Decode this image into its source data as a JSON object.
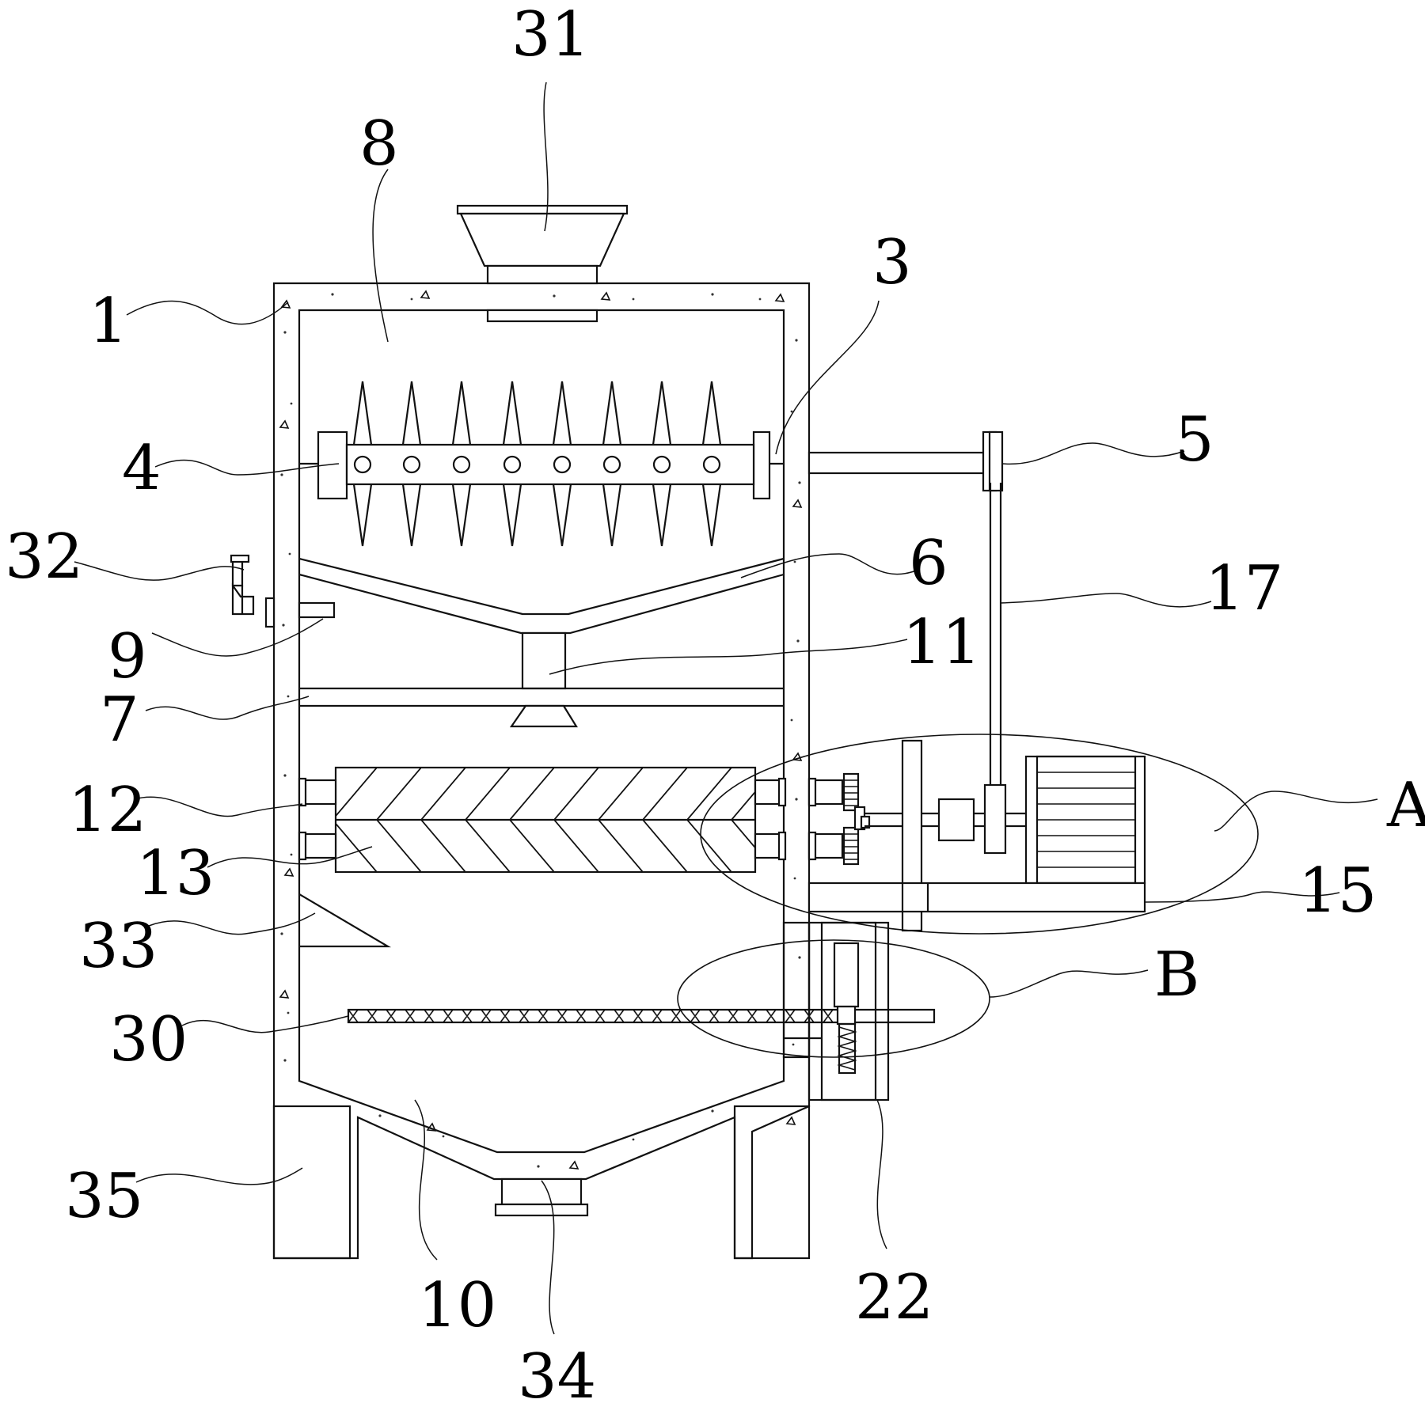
{
  "figure": {
    "labels": [
      {
        "id": "p1",
        "text": "1"
      },
      {
        "id": "p3",
        "text": "3"
      },
      {
        "id": "p4",
        "text": "4"
      },
      {
        "id": "p5",
        "text": "5"
      },
      {
        "id": "p6",
        "text": "6"
      },
      {
        "id": "p7",
        "text": "7"
      },
      {
        "id": "p8",
        "text": "8"
      },
      {
        "id": "p9",
        "text": "9"
      },
      {
        "id": "p10",
        "text": "10"
      },
      {
        "id": "p11",
        "text": "11"
      },
      {
        "id": "p12",
        "text": "12"
      },
      {
        "id": "p13",
        "text": "13"
      },
      {
        "id": "p15",
        "text": "15"
      },
      {
        "id": "p17",
        "text": "17"
      },
      {
        "id": "p22",
        "text": "22"
      },
      {
        "id": "p30",
        "text": "30"
      },
      {
        "id": "p31",
        "text": "31"
      },
      {
        "id": "p32",
        "text": "32"
      },
      {
        "id": "p33",
        "text": "33"
      },
      {
        "id": "p34",
        "text": "34"
      },
      {
        "id": "p35",
        "text": "35"
      },
      {
        "id": "pA",
        "text": "A"
      },
      {
        "id": "pB",
        "text": "B"
      }
    ]
  }
}
